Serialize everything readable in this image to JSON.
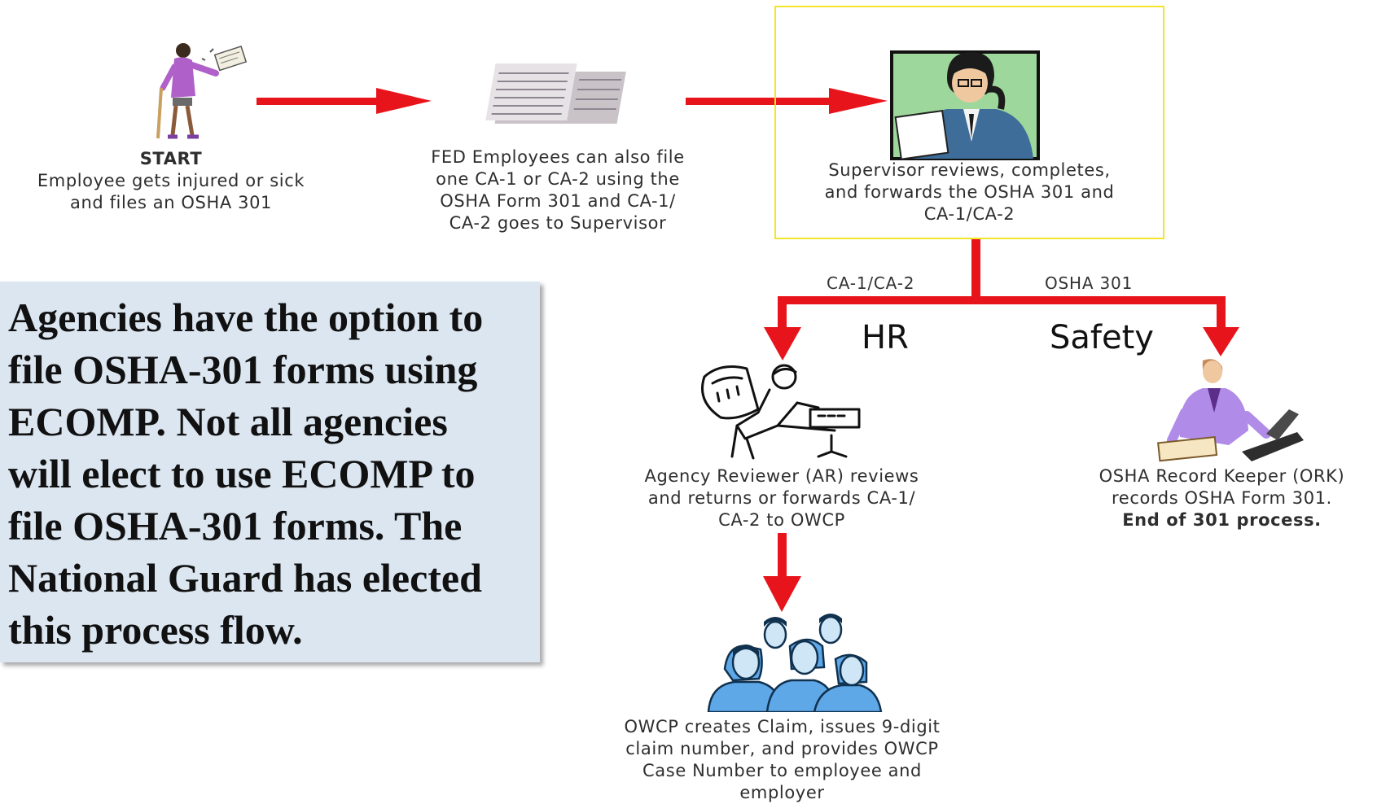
{
  "start": {
    "title": "START",
    "lines": [
      "Employee gets injured or sick",
      "and files an OSHA 301"
    ]
  },
  "fed": {
    "lines": [
      "FED Employees can also file",
      "one CA-1 or CA-2 using the",
      "OSHA Form 301 and CA-1/",
      "CA-2 goes to Supervisor"
    ]
  },
  "supervisor": {
    "lines": [
      "Supervisor reviews, completes,",
      "and forwards the  OSHA 301 and",
      "CA-1/CA-2"
    ]
  },
  "branches": {
    "left_label": "CA-1/CA-2",
    "right_label": "OSHA 301",
    "hr_label": "HR",
    "safety_label": "Safety"
  },
  "agency_reviewer": {
    "lines": [
      "Agency Reviewer (AR) reviews",
      "and returns or forwards CA-1/",
      "CA-2 to OWCP"
    ]
  },
  "ork": {
    "lines": [
      "OSHA Record Keeper (ORK)",
      "records OSHA Form 301."
    ],
    "bold_line": "End of 301 process."
  },
  "owcp": {
    "lines": [
      "OWCP creates Claim, issues 9-digit",
      "claim number, and provides OWCP",
      "Case Number to employee and",
      "employer"
    ]
  },
  "note": {
    "lines": [
      "Agencies have the option to",
      "file OSHA-301 forms using",
      "ECOMP.  Not all agencies",
      "will elect to use ECOMP to",
      "file OSHA-301 forms.  The",
      "National Guard has elected",
      "this process flow."
    ]
  },
  "icons": [
    "injured-employee-icon",
    "forms-icon",
    "supervisor-phone-icon",
    "agency-reviewer-icon",
    "record-keeper-icon",
    "owcp-group-icon"
  ],
  "colors": {
    "arrow": "#e8141b",
    "highlight_border": "#f5e52a",
    "note_background": "#dbe6f1"
  }
}
